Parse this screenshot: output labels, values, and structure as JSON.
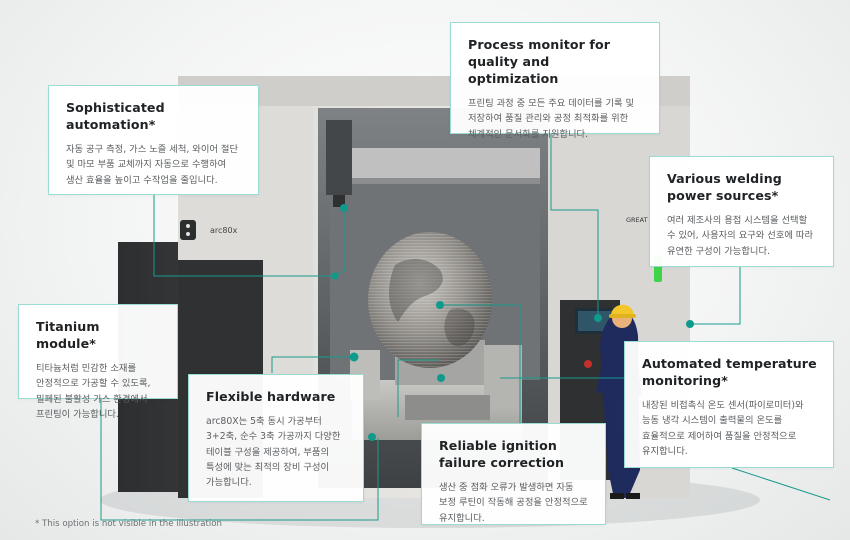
{
  "machine": {
    "model_label": "arc80x",
    "brand_label": "GREAT"
  },
  "colors": {
    "accent": "#0f9a8c",
    "callout_border": "#9adcd2",
    "title_text": "#202325",
    "body_text": "#5a5d60"
  },
  "callouts": {
    "process_monitor": {
      "title": "Process monitor for quality and optimization",
      "body": "프린팅 과정 중 모든 주요 데이터를 기록 및 저장하여 품질 관리와 공정 최적화를 위한 체계적인 문서화를 지원합니다."
    },
    "automation": {
      "title": "Sophisticated automation*",
      "body": "자동 공구 측정, 가스 노즐 세척, 와이어 절단 및 마모 부품 교체까지 자동으로 수행하여 생산 효율을 높이고 수작업을 줄입니다."
    },
    "welding_power": {
      "title": "Various welding power sources*",
      "body": "여러 제조사의 용접 시스템을 선택할 수 있어, 사용자의 요구와 선호에 따라 유연한 구성이 가능합니다."
    },
    "titanium": {
      "title": "Titanium module*",
      "body": "티타늄처럼 민감한 소재를 안정적으로 가공할 수 있도록, 밀폐된 불활성 가스 환경에서 프린팅이 가능합니다."
    },
    "temperature": {
      "title": "Automated temperature monitoring*",
      "body": "내장된 비접촉식 온도 센서(파이로미터)와 능동 냉각 시스템이 출력물의 온도를 효율적으로 제어하여 품질을 안정적으로 유지합니다."
    },
    "hardware": {
      "title": "Flexible hardware",
      "body": "arc80X는 5축 동시 가공부터 3+2축, 순수 3축 가공까지 다양한 테이블 구성을 제공하여, 부품의 특성에 맞는 최적의 장비 구성이 가능합니다."
    },
    "ignition": {
      "title": "Reliable ignition failure correction",
      "body": "생산 중 점화 오류가 발생하면 자동 보정 루틴이 작동해 공정을 안정적으로 유지합니다."
    }
  },
  "footnote": "* This option is not visible in the illustration"
}
